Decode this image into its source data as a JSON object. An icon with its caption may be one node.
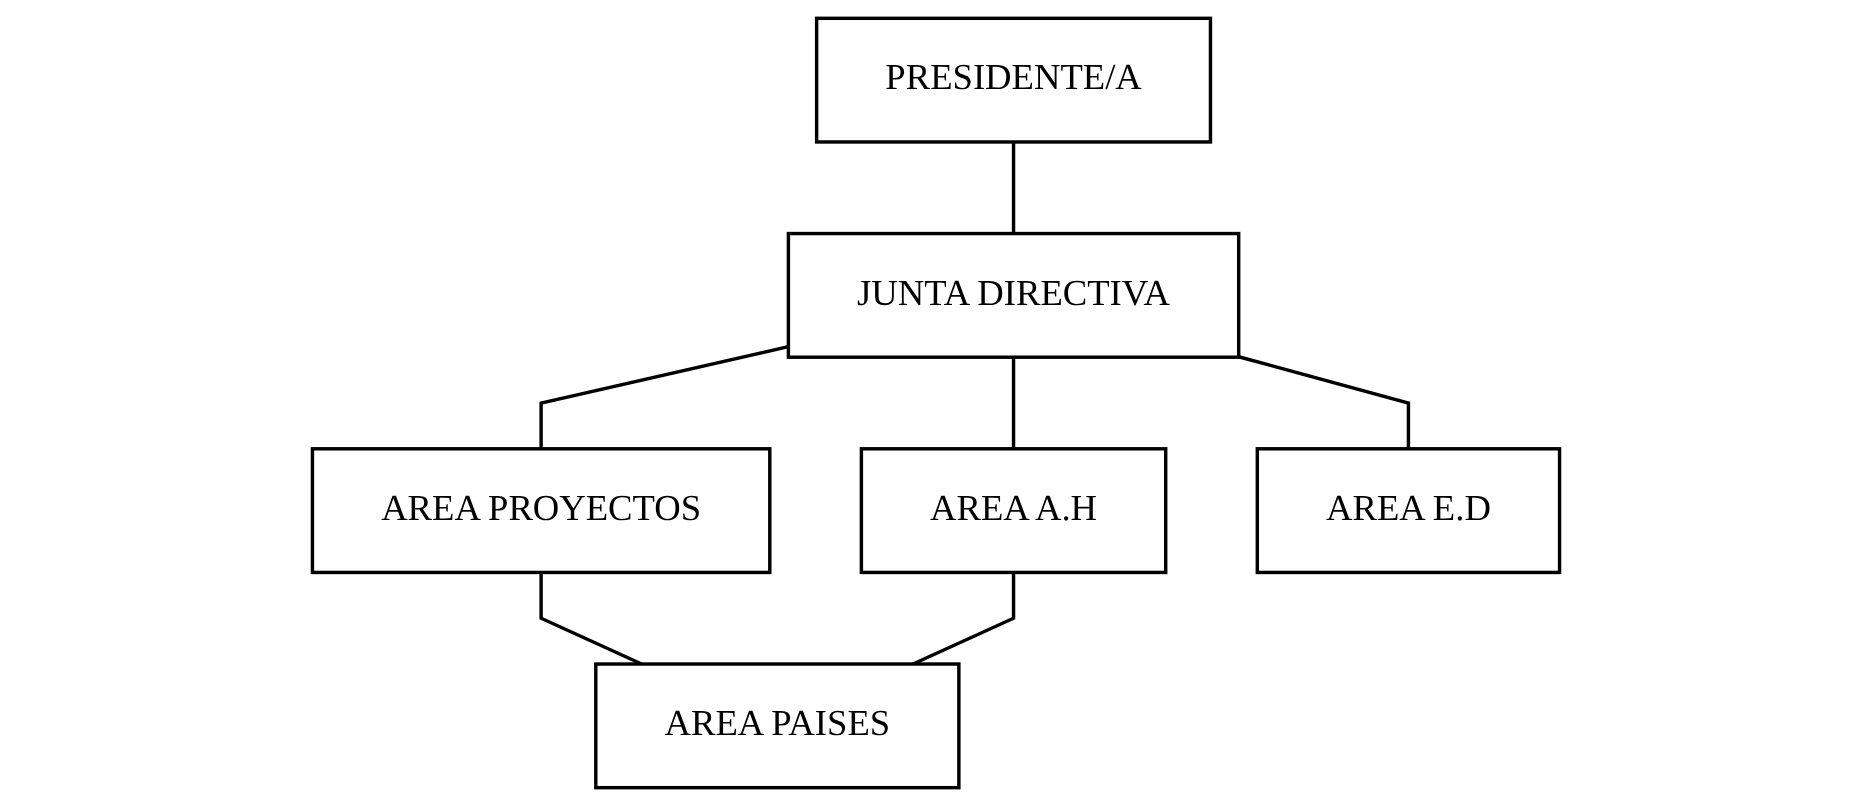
{
  "diagram": {
    "nodes": [
      {
        "text": [
          "PRESIDENTE/A"
        ]
      },
      {
        "text": [
          "JUNTA DIRECTIVA"
        ]
      },
      {
        "text": [
          "AREA PROYECTOS"
        ]
      },
      {
        "text": [
          "AREA A.H"
        ]
      },
      {
        "text": [
          "AREA E.D"
        ]
      },
      {
        "text": [
          "AREA PAISES"
        ]
      }
    ],
    "edges": [
      {
        "from": 0,
        "to": 1,
        "arrow": "none"
      },
      {
        "from": 1,
        "to": 2,
        "arrow": "none"
      },
      {
        "from": 1,
        "to": 3,
        "arrow": "none"
      },
      {
        "from": 1,
        "to": 4,
        "arrow": "none"
      },
      {
        "from": 2,
        "to": 5,
        "arrow": "none"
      },
      {
        "from": 3,
        "to": 5,
        "arrow": "none"
      }
    ]
  }
}
